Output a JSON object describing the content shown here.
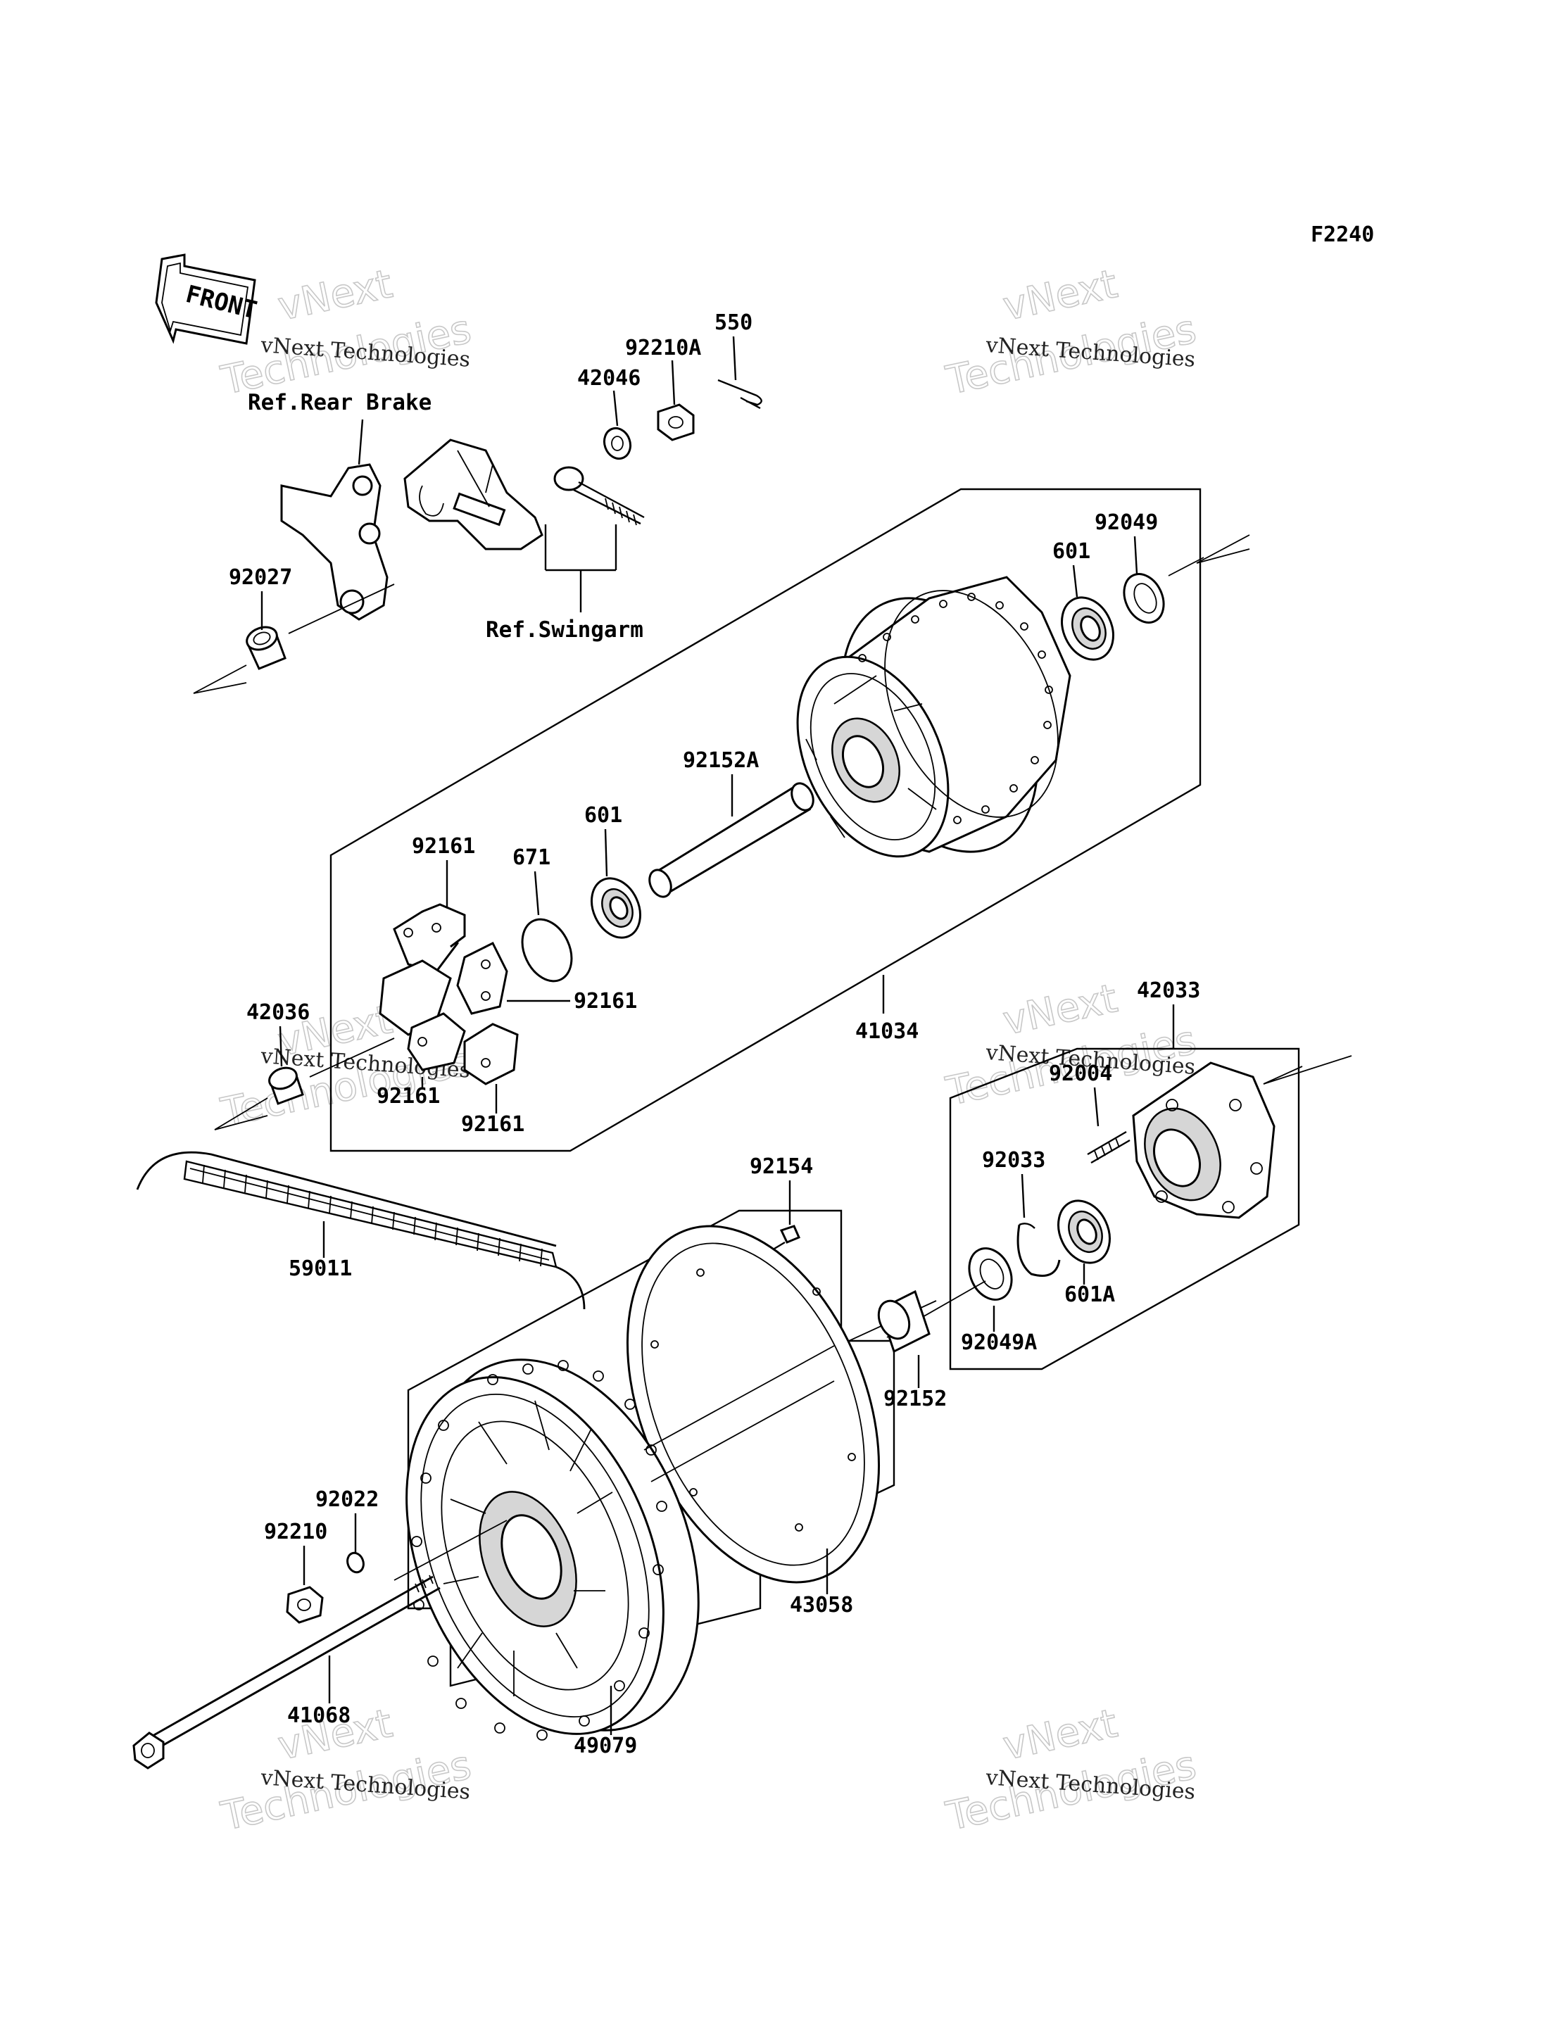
{
  "figure_code": "F2240",
  "front_label": "FRONT",
  "references": {
    "rear_brake": "Ref.Rear Brake",
    "swingarm": "Ref.Swingarm"
  },
  "watermarks": {
    "small": "vNext Technologies",
    "big_line1": "vNext",
    "big_line2": "Technologies"
  },
  "parts": {
    "p550": "550",
    "p92210A": "92210A",
    "p42046": "42046",
    "p92027": "92027",
    "p601_top": "601",
    "p92049": "92049",
    "p92152A": "92152A",
    "p601_mid": "601",
    "p671": "671",
    "p92161_a": "92161",
    "p92161_b": "92161",
    "p92161_c": "92161",
    "p92161_d": "92161",
    "p42036": "42036",
    "p41034": "41034",
    "p42033": "42033",
    "p92004": "92004",
    "p92033": "92033",
    "p601A": "601A",
    "p92049A": "92049A",
    "p92154": "92154",
    "p92152": "92152",
    "p59011": "59011",
    "p92022": "92022",
    "p92210": "92210",
    "p43058": "43058",
    "p41068": "41068",
    "p49079": "49079"
  }
}
